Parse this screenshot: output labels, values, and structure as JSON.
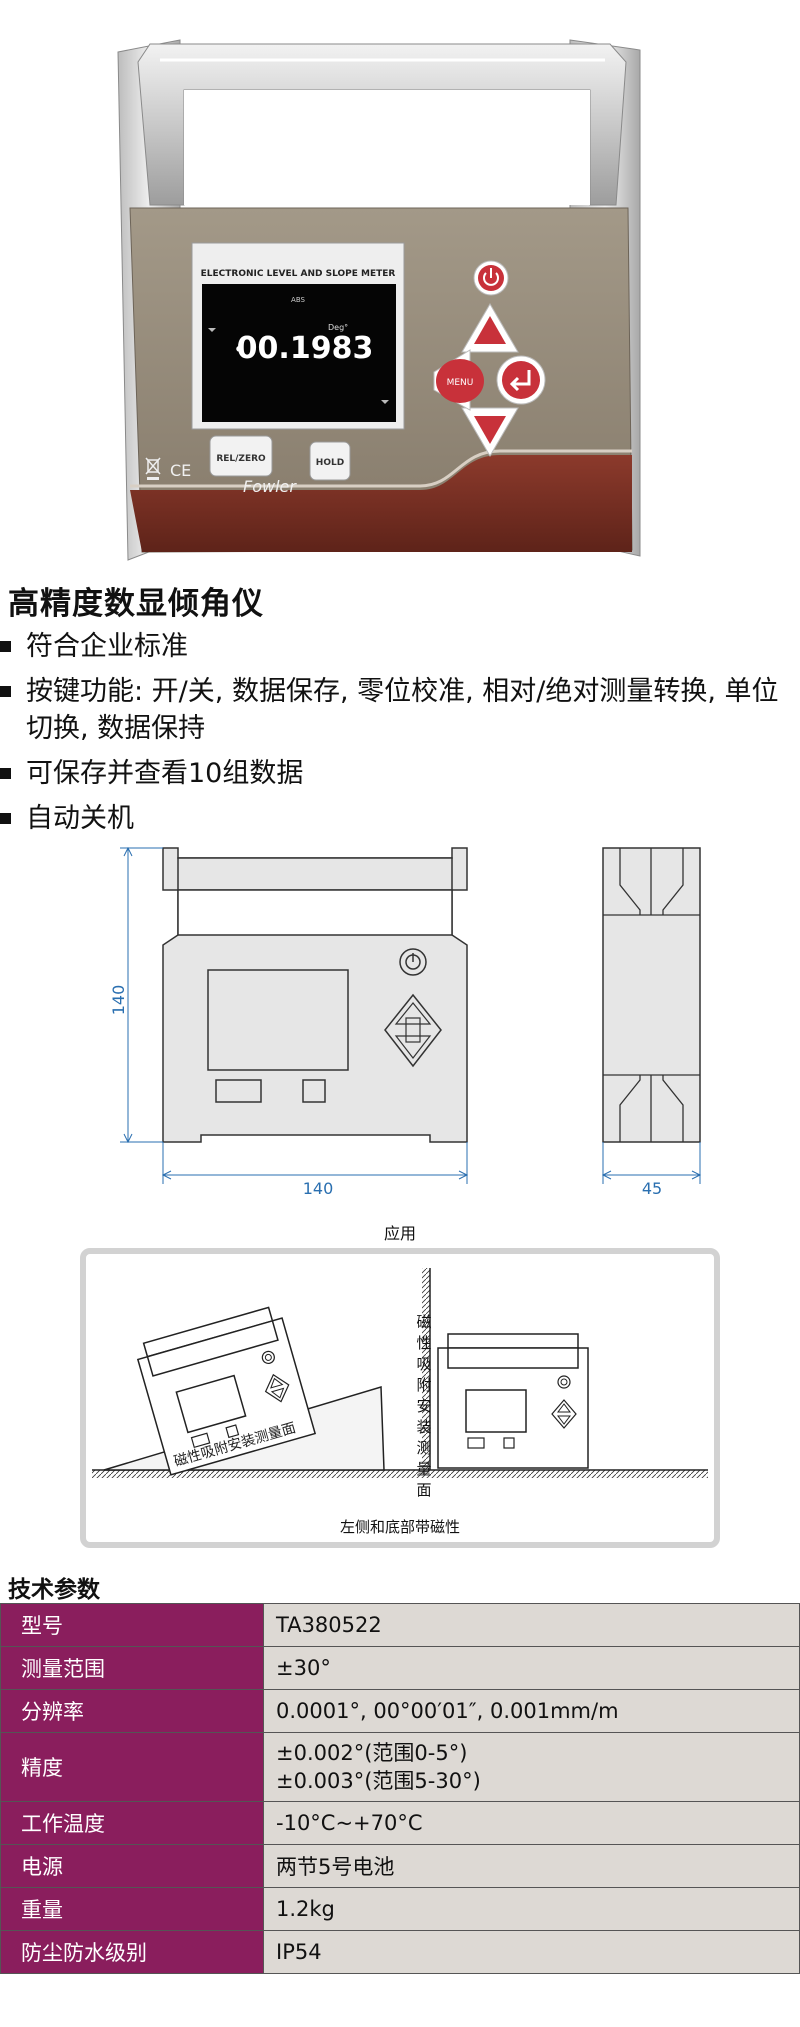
{
  "device": {
    "screen_header": "ELECTRONIC LEVEL AND SLOPE METER",
    "screen_sub": "ABS",
    "screen_unit": "Deg°",
    "reading": "00.1983",
    "menu_label": "MENU",
    "btn_relzero": "REL/ZERO",
    "btn_hold": "HOLD",
    "brand": "Fowler",
    "ce_mark": "CE"
  },
  "title": "高精度数显倾角仪",
  "features": [
    "符合企业标准",
    "按键功能: 开/关, 数据保存, 零位校准, 相对/绝对测量转换, 单位切换, 数据保持",
    "可保存并查看10组数据",
    "自动关机"
  ],
  "drawing": {
    "height_label": "140",
    "width_label": "140",
    "depth_label": "45"
  },
  "application": {
    "title": "应用",
    "slope_label": "磁性吸附安装测量面",
    "wall_label": "磁性吸附安装测量面",
    "bottom_label": "左侧和底部带磁性"
  },
  "spec": {
    "title": "技术参数",
    "rows": [
      {
        "k": "型号",
        "v": [
          "TA380522"
        ]
      },
      {
        "k": "测量范围",
        "v": [
          "±30°"
        ]
      },
      {
        "k": "分辨率",
        "v": [
          "0.0001°, 00°00′01″, 0.001mm/m"
        ]
      },
      {
        "k": "精度",
        "v": [
          "±0.002°(范围0-5°)",
          "±0.003°(范围5-30°)"
        ]
      },
      {
        "k": "工作温度",
        "v": [
          "-10°C~+70°C"
        ]
      },
      {
        "k": "电源",
        "v": [
          "两节5号电池"
        ]
      },
      {
        "k": "重量",
        "v": [
          "1.2kg"
        ]
      },
      {
        "k": "防尘防水级别",
        "v": [
          "IP54"
        ]
      }
    ]
  },
  "colors": {
    "spec_key_bg": "#8a1e5d",
    "spec_val_bg": "#ddd9d4",
    "device_body": "#8f8474",
    "device_band": "#7a3226",
    "drawing_fill": "#e6e6e6",
    "dimension_blue": "#2a6fb0"
  }
}
